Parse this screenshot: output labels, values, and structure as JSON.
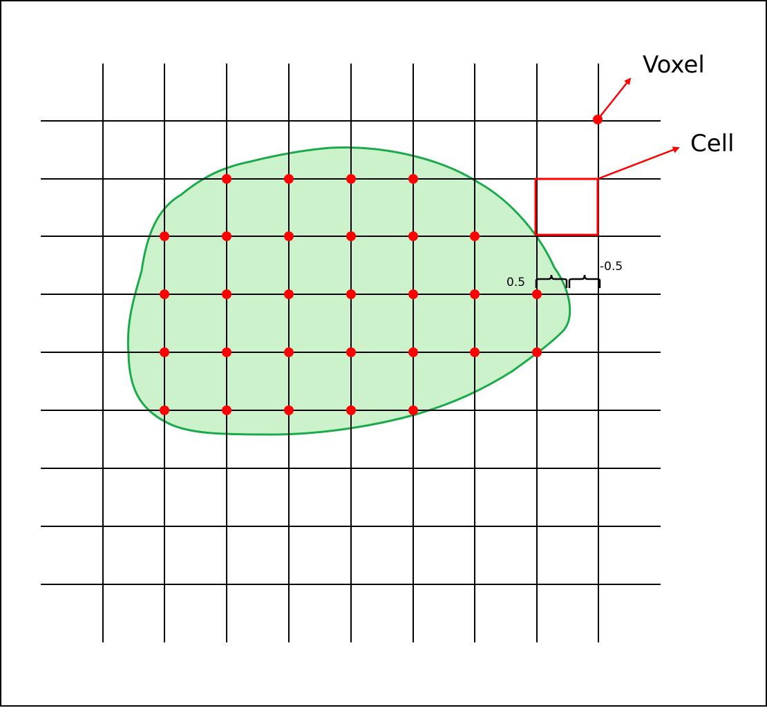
{
  "labels": {
    "voxel": "Voxel",
    "cell": "Cell",
    "offset_positive": "0.5",
    "offset_negative": "-0.5"
  },
  "colors": {
    "grid": "#000000",
    "voxel_point": "#ff0000",
    "cell_outline": "#ff0000",
    "arrow": "#ff0000",
    "region_fill": "#ccf2cc",
    "region_stroke": "#1aaa4a"
  }
}
